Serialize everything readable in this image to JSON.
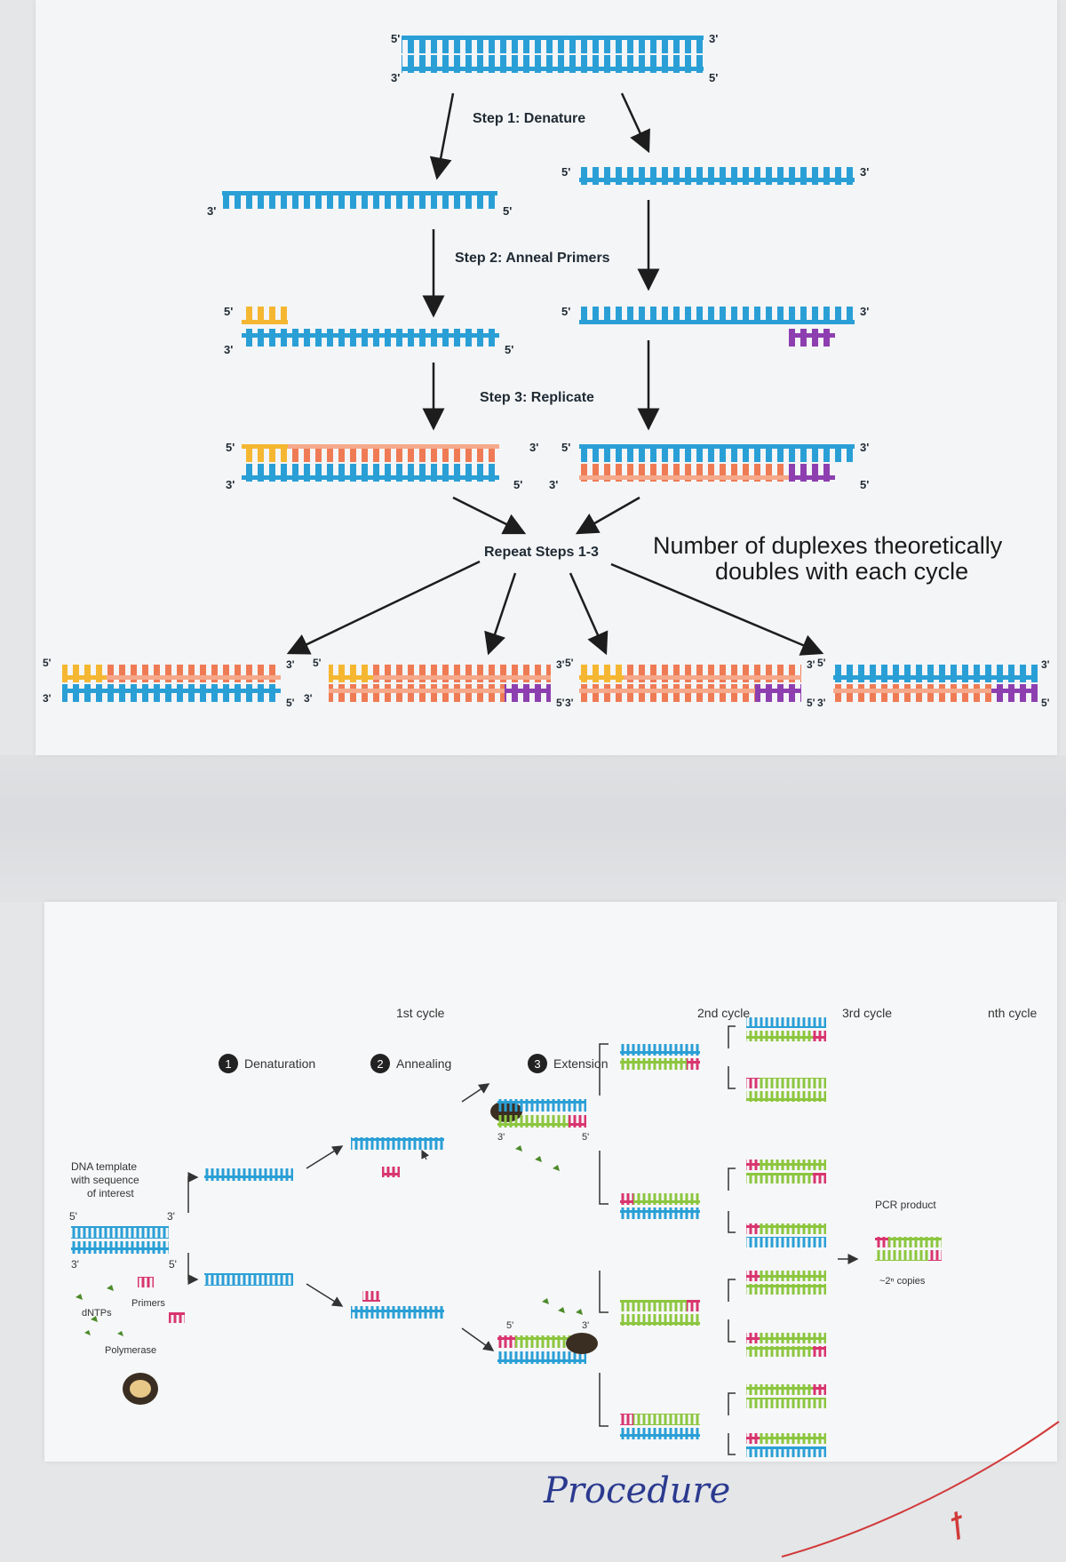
{
  "top_diagram": {
    "step1": "Step 1: Denature",
    "step2": "Step 2: Anneal Primers",
    "step3": "Step 3: Replicate",
    "repeat": "Repeat Steps 1-3",
    "note_line1": "Number of duplexes theoretically",
    "note_line2": "doubles with each cycle",
    "end5": "5'",
    "end3": "3'"
  },
  "bottom_diagram": {
    "cycle1": "1st cycle",
    "cycle2": "2nd cycle",
    "cycle3": "3rd cycle",
    "cyclen": "nth cycle",
    "steps": [
      {
        "num": "1",
        "label": "Denaturation"
      },
      {
        "num": "2",
        "label": "Annealing"
      },
      {
        "num": "3",
        "label": "Extension"
      }
    ],
    "template_line1": "DNA template",
    "template_line2": "with sequence",
    "template_line3": "of interest",
    "dntps": "dNTPs",
    "primers": "Primers",
    "polymerase": "Polymerase",
    "pcr_product": "PCR product",
    "copies": "~2ⁿ copies",
    "end5": "5'",
    "end3": "3'"
  },
  "handwriting": "Procedure",
  "colors": {
    "blue": "#2a9fd6",
    "orange": "#f2a23a",
    "salmon": "#ef7b55",
    "purple": "#8d3fb0",
    "pink": "#d8356f",
    "green": "#8cc63f",
    "yellow": "#f5b731"
  }
}
